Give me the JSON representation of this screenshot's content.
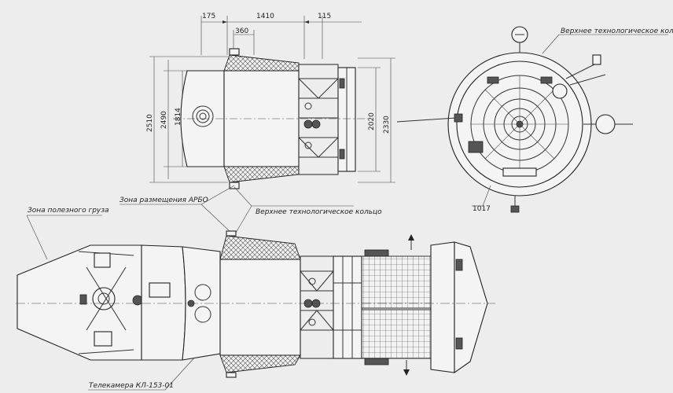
{
  "dimensions": {
    "top": [
      "175",
      "1410",
      "115"
    ],
    "inner": "360",
    "left": [
      "2510",
      "2490",
      "1814"
    ],
    "right": [
      "2020",
      "2330"
    ],
    "callout": "1017"
  },
  "labels": {
    "upper_ring_top": "Верхнее технологическое кольцо",
    "arbo_zone": "Зона размещения АРБО",
    "upper_ring_mid": "Верхнее технологическое кольцо",
    "payload_zone": "Зона полезного груза",
    "camera": "Телекамера КЛ-153-01"
  },
  "colors": {
    "background": "#ededed",
    "ink": "#222222"
  }
}
